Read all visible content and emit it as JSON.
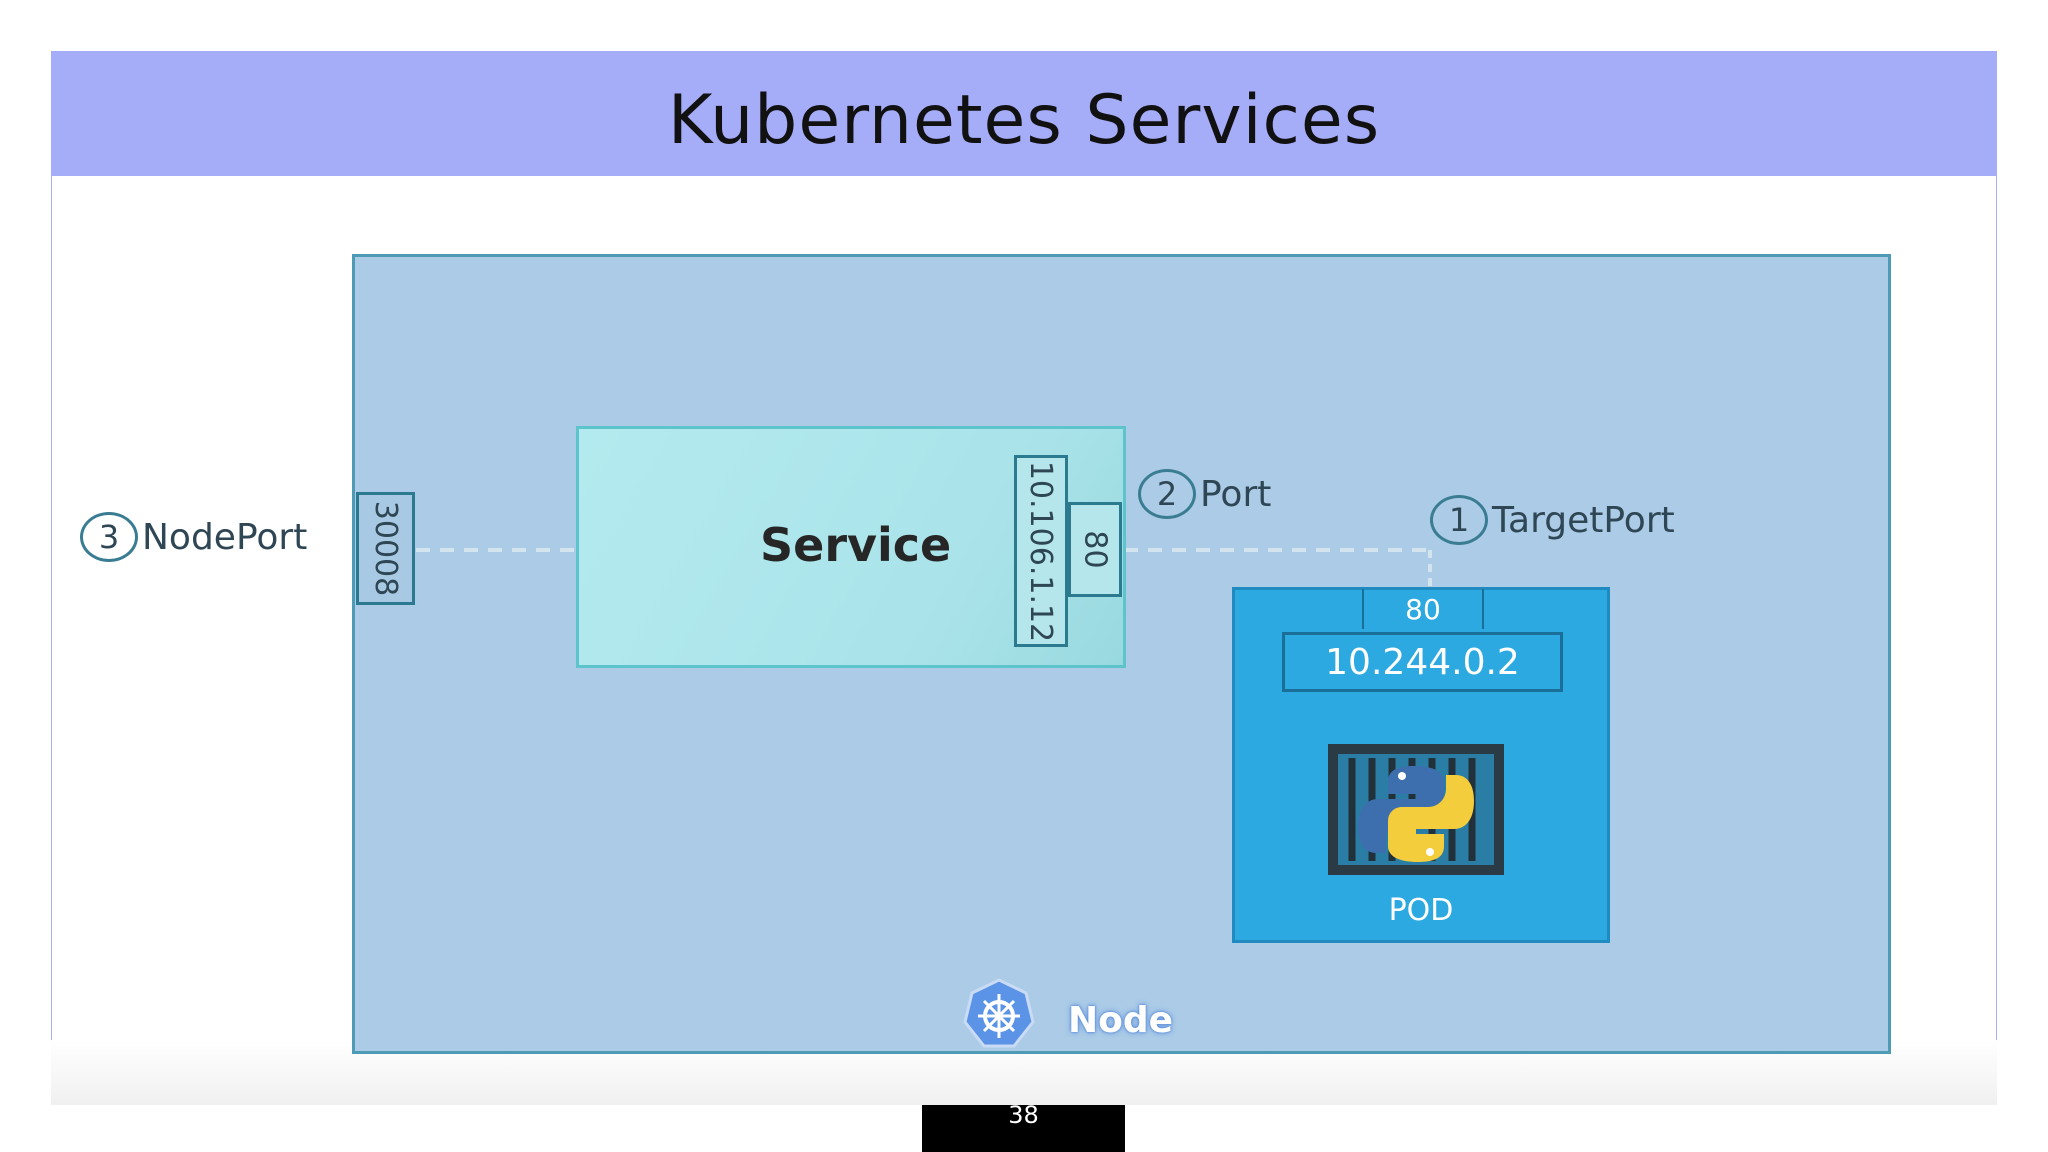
{
  "slide": {
    "title": "Kubernetes Services",
    "page_number": "38"
  },
  "diagram": {
    "service_label": "Service",
    "service_ip": "10.106.1.12",
    "service_port": "80",
    "node_port": "30008",
    "callouts": {
      "nodeport": {
        "number": "3",
        "label": "NodePort"
      },
      "port": {
        "number": "2",
        "label": "Port"
      },
      "targetport": {
        "number": "1",
        "label": "TargetPort"
      }
    },
    "pod": {
      "port": "80",
      "ip": "10.244.0.2",
      "label": "POD"
    },
    "node_label": "Node"
  },
  "colors": {
    "title_bar": "#a5acf8",
    "node_fill": "#abcbe6",
    "service_fill": "#b3eaef",
    "pod_fill": "#2da9e1"
  }
}
